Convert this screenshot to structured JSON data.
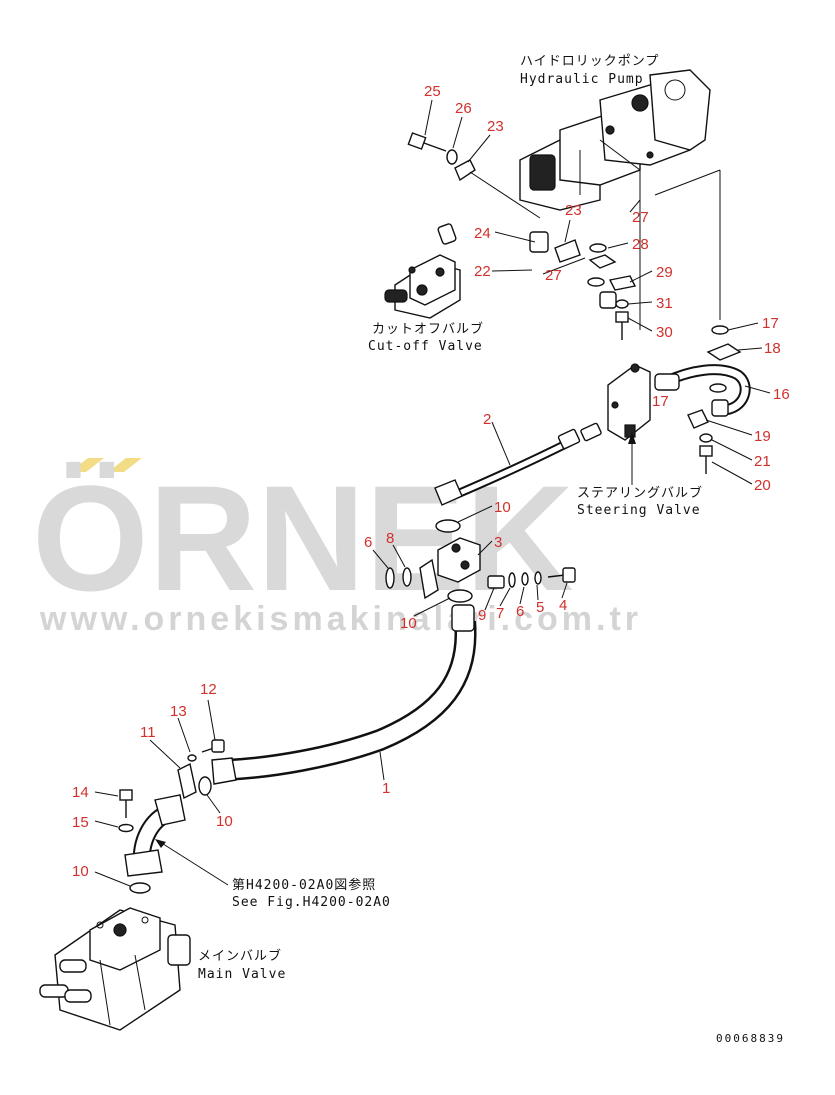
{
  "watermark": {
    "brand": "ÖRNEK",
    "url": "www.ornekismakinalari.com.tr",
    "accent_color": "#f0d87a"
  },
  "document_number": "00068839",
  "components": {
    "hydraulic_pump": {
      "jp": "ハイドロリックポンプ",
      "en": "Hydraulic Pump"
    },
    "cutoff_valve": {
      "jp": "カットオフバルブ",
      "en": "Cut-off Valve"
    },
    "steering_valve": {
      "jp": "ステアリングバルブ",
      "en": "Steering Valve"
    },
    "main_valve": {
      "jp": "メインバルブ",
      "en": "Main Valve"
    },
    "reference": {
      "jp": "第H4200-02A0図参照",
      "en": "See Fig.H4200-02A0"
    }
  },
  "callouts": {
    "c25": "25",
    "c26": "26",
    "c23a": "23",
    "c23b": "23",
    "c24": "24",
    "c22": "22",
    "c27a": "27",
    "c27b": "27",
    "c28": "28",
    "c29": "29",
    "c31": "31",
    "c30": "30",
    "c17a": "17",
    "c18": "18",
    "c16": "16",
    "c17b": "17",
    "c19": "19",
    "c21": "21",
    "c20": "20",
    "c2": "2",
    "c10a": "10",
    "c3": "3",
    "c6a": "6",
    "c8": "8",
    "c10b": "10",
    "c9": "9",
    "c7": "7",
    "c6b": "6",
    "c5": "5",
    "c4": "4",
    "c12": "12",
    "c13": "13",
    "c11": "11",
    "c1": "1",
    "c10c": "10",
    "c14": "14",
    "c15": "15",
    "c10d": "10"
  }
}
